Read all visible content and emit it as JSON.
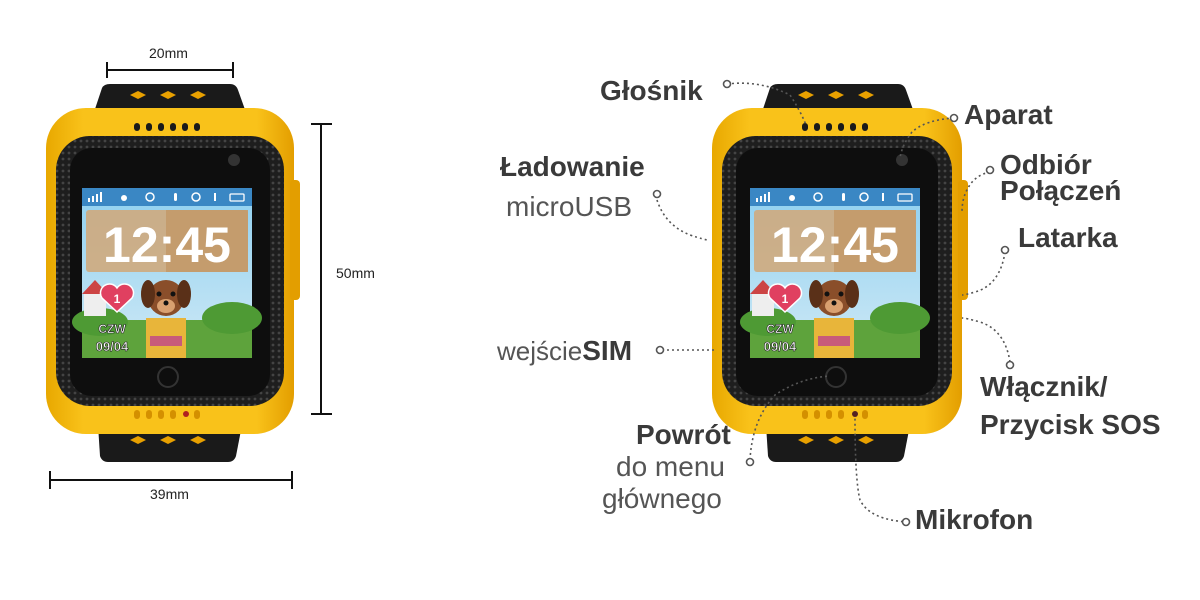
{
  "dimensions": {
    "strap_width": "20mm",
    "height": "50mm",
    "width": "39mm"
  },
  "screen": {
    "time": "12:45",
    "day": "CZW",
    "date": "09/04",
    "badge": "1"
  },
  "callouts": {
    "speaker": "Głośnik",
    "camera": "Aparat",
    "charging_bold": "Ładowanie",
    "charging_regular": "microUSB",
    "answer_line1": "Odbiór",
    "answer_line2": "Połączeń",
    "flashlight": "Latarka",
    "sim_regular": "wejście",
    "sim_bold": "SIM",
    "power_line1": "Włącznik/",
    "power_line2": "Przycisk SOS",
    "back_bold": "Powrót",
    "back_line2": "do menu",
    "back_line3": "głównego",
    "microphone": "Mikrofon"
  },
  "colors": {
    "case": "#f6b800",
    "bezel": "#1c1c1c",
    "strap": "#1a1a1a",
    "screen_bg": "#7cc0e6"
  }
}
